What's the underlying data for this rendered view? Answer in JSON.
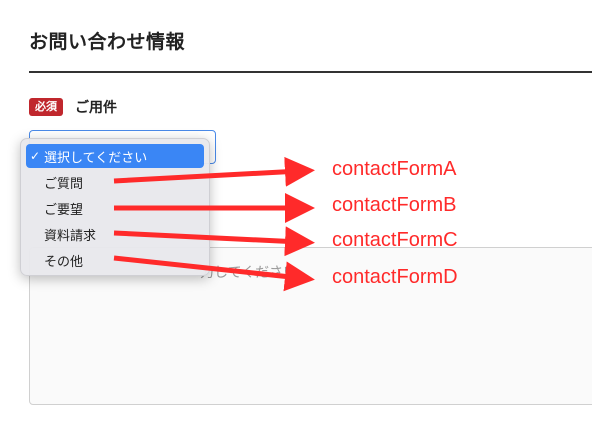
{
  "form": {
    "section_title": "お問い合わせ情報",
    "required_badge": "必須",
    "field_label": "ご用件",
    "textarea_placeholder_fragment": "力してください。"
  },
  "dropdown": {
    "options": [
      {
        "label": "選択してください",
        "selected": true
      },
      {
        "label": "ご質問",
        "selected": false
      },
      {
        "label": "ご要望",
        "selected": false
      },
      {
        "label": "資料請求",
        "selected": false
      },
      {
        "label": "その他",
        "selected": false
      }
    ],
    "check_glyph": "✓"
  },
  "annotations": [
    "contactFormA",
    "contactFormB",
    "contactFormC",
    "contactFormD"
  ],
  "colors": {
    "badge": "#c0272d",
    "selection": "#3a86f5",
    "annotation": "#ff2a2a",
    "rule": "#333333"
  }
}
